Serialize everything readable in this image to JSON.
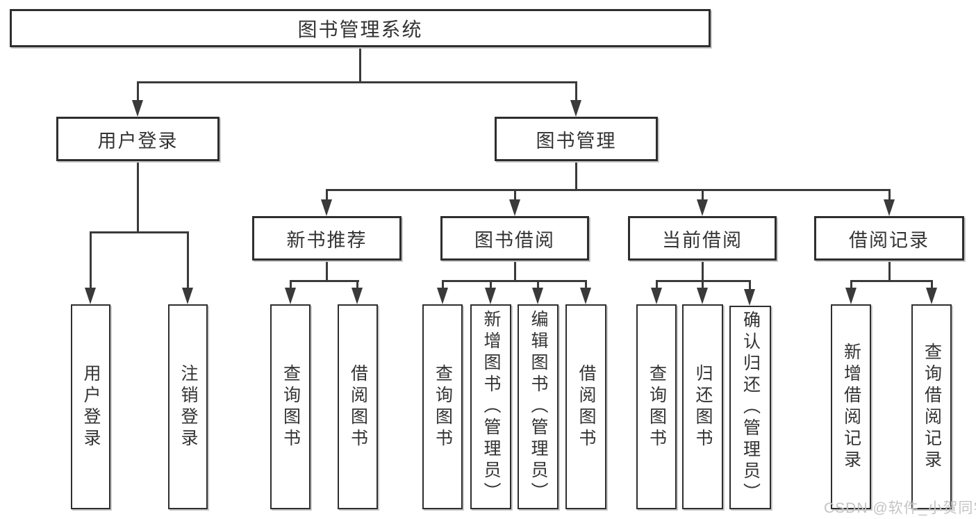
{
  "diagram": {
    "root": {
      "label": "图书管理系统"
    },
    "level2": [
      {
        "label": "用户登录"
      },
      {
        "label": "图书管理"
      }
    ],
    "level3": [
      {
        "label": "新书推荐"
      },
      {
        "label": "图书借阅"
      },
      {
        "label": "当前借阅"
      },
      {
        "label": "借阅记录"
      }
    ],
    "leaves": {
      "user_login": [
        {
          "label": "用户登录"
        },
        {
          "label": "注销登录"
        }
      ],
      "new_book": [
        {
          "label": "查询图书"
        },
        {
          "label": "借阅图书"
        }
      ],
      "book_borrow": [
        {
          "label": "查询图书"
        },
        {
          "label": "新增图书（管理员）"
        },
        {
          "label": "编辑图书（管理员）"
        },
        {
          "label": "借阅图书"
        }
      ],
      "current_borrow": [
        {
          "label": "查询图书"
        },
        {
          "label": "归还图书"
        },
        {
          "label": "确认归还（管理员）"
        }
      ],
      "borrow_record": [
        {
          "label": "新增借阅记录"
        },
        {
          "label": "查询借阅记录"
        }
      ]
    },
    "watermark": "CSDN @软件_小贺同学",
    "colors": {
      "line": "#3a3a3a",
      "border": "#2e2e2e",
      "text": "#333333",
      "watermark": "#c4c4c4",
      "background": "#ffffff"
    }
  }
}
